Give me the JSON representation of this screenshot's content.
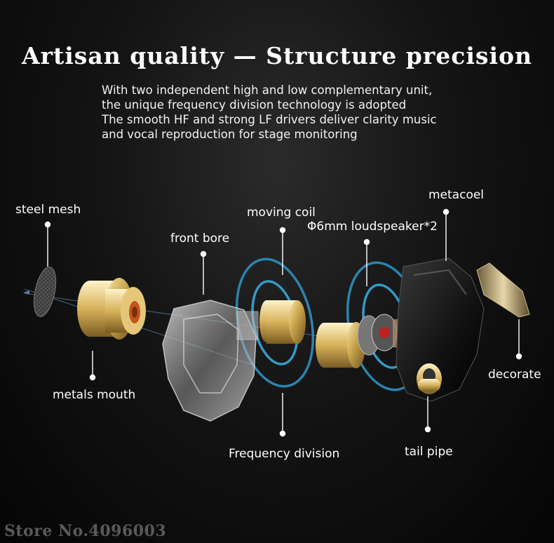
{
  "heading": "Artisan quality — Structure precision",
  "description": [
    "With two independent high and low complementary unit,",
    "the unique frequency division technology is adopted",
    "The smooth HF and strong LF drivers deliver clarity music",
    "and vocal reproduction for stage monitoring"
  ],
  "labels": {
    "steel_mesh": "steel mesh",
    "moving_coil": "moving coil",
    "front_bore": "front bore",
    "loudspeaker": "Φ6mm loudspeaker*2",
    "metacoel": "metacoel",
    "metals_mouth": "metals mouth",
    "frequency_division": "Frequency division",
    "tail_pipe": "tail pipe",
    "decorate": "decorate"
  },
  "footer": "Store No.4096003",
  "colors": {
    "background": "#0a0a0a",
    "ring": "#2f8fbf",
    "gold": "#c9a34a"
  }
}
